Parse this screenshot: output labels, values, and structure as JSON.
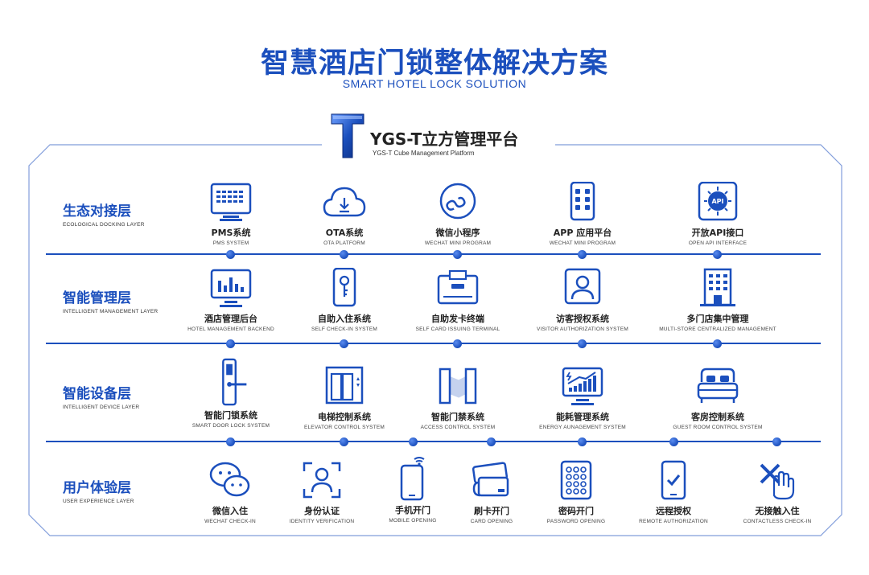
{
  "header": {
    "title": "智慧酒店门锁整体解决方案",
    "subtitle": "SMART HOTEL LOCK SOLUTION"
  },
  "platform": {
    "name": "YGS-T立方管理平台",
    "subtitle": "YGS-T Cube Management Platform",
    "logo_icon": "letter-t-logo-icon"
  },
  "colors": {
    "primary": "#1b4fbd",
    "text": "#222222"
  },
  "layers": [
    {
      "cn": "生态对接层",
      "en": "ECOLOGICAL DOCKING LAYER",
      "items": [
        {
          "cn": "PMS系统",
          "en": "PMS SYSTEM",
          "icon": "monitor-keyboard-icon"
        },
        {
          "cn": "OTA系统",
          "en": "OTA PLATFORM",
          "icon": "cloud-download-icon"
        },
        {
          "cn": "微信小程序",
          "en": "WECHAT MINI PROGRAM",
          "icon": "mini-program-icon"
        },
        {
          "cn": "APP 应用平台",
          "en": "WECHAT MINI PROGRAM",
          "icon": "phone-apps-icon"
        },
        {
          "cn": "开放API接口",
          "en": "OPEN API INTERFACE",
          "icon": "api-chip-icon"
        }
      ]
    },
    {
      "cn": "智能管理层",
      "en": "INTELLIGENT MANAGEMENT LAYER",
      "items": [
        {
          "cn": "酒店管理后台",
          "en": "HOTEL MANAGEMENT BACKEND",
          "icon": "monitor-chart-icon"
        },
        {
          "cn": "自助入住系统",
          "en": "SELF CHECK-IN SYSTEM",
          "icon": "phone-key-icon"
        },
        {
          "cn": "自助发卡终端",
          "en": "SELF CARD ISSUING TERMINAL",
          "icon": "card-terminal-icon"
        },
        {
          "cn": "访客授权系统",
          "en": "VISITOR AUTHORIZATION SYSTEM",
          "icon": "user-portrait-icon"
        },
        {
          "cn": "多门店集中管理",
          "en": "MULTI-STORE CENTRALIZED MANAGEMENT",
          "icon": "building-icon"
        }
      ]
    },
    {
      "cn": "智能设备层",
      "en": "INTELLIGENT DEVICE LAYER",
      "items": [
        {
          "cn": "智能门锁系统",
          "en": "SMART DOOR LOCK SYSTEM",
          "icon": "door-lock-icon"
        },
        {
          "cn": "电梯控制系统",
          "en": "ELEVATOR CONTROL SYSTEM",
          "icon": "elevator-icon"
        },
        {
          "cn": "智能门禁系统",
          "en": "ACCESS CONTROL SYSTEM",
          "icon": "turnstile-icon"
        },
        {
          "cn": "能耗管理系统",
          "en": "ENERGY AUNAGEMENT SYSTEM",
          "icon": "monitor-growth-icon"
        },
        {
          "cn": "客房控制系统",
          "en": "GUEST ROOM CONTROL SYSTEM",
          "icon": "bed-icon"
        }
      ]
    },
    {
      "cn": "用户体验层",
      "en": "USER EXPERIENCE LAYER",
      "items": [
        {
          "cn": "微信入住",
          "en": "WECHAT CHECK-IN",
          "icon": "wechat-icon"
        },
        {
          "cn": "身份认证",
          "en": "IDENTITY VERIFICATION",
          "icon": "face-scan-icon"
        },
        {
          "cn": "手机开门",
          "en": "MOBILE OPENING",
          "icon": "phone-wifi-icon"
        },
        {
          "cn": "刷卡开门",
          "en": "CARD OPENING",
          "icon": "card-swipe-icon"
        },
        {
          "cn": "密码开门",
          "en": "PASSWORD OPENING",
          "icon": "keypad-icon"
        },
        {
          "cn": "远程授权",
          "en": "REMOTE AUTHORIZATION",
          "icon": "phone-check-icon"
        },
        {
          "cn": "无接触入住",
          "en": "CONTACTLESS CHECK-IN",
          "icon": "contactless-hand-icon"
        }
      ]
    }
  ]
}
